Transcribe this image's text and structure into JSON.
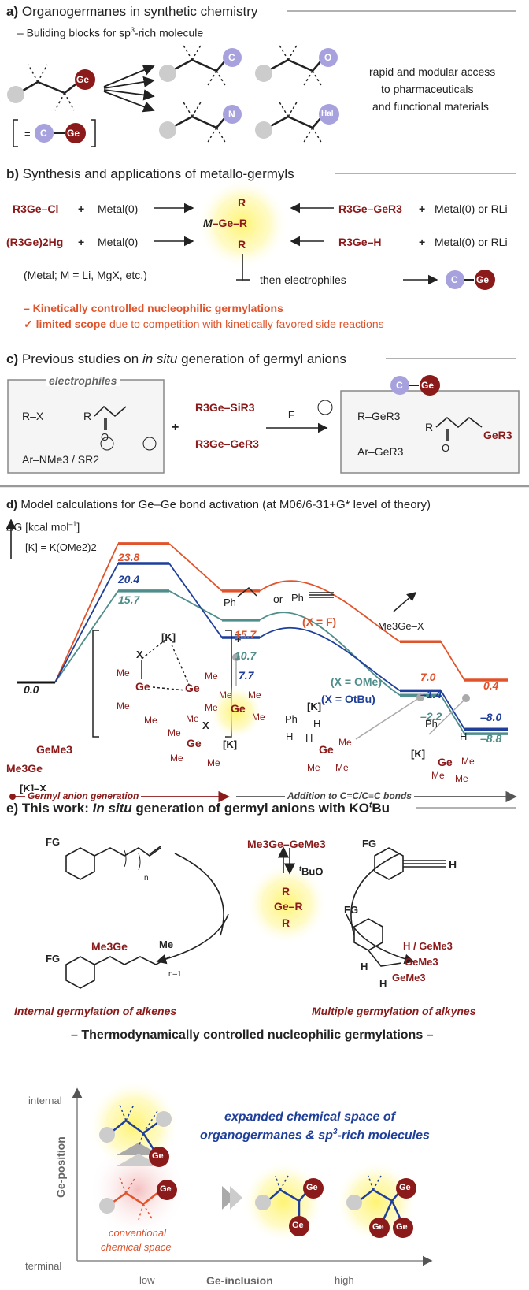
{
  "panel_a": {
    "heading_letter": "a)",
    "heading": "Organogermanes in synthetic chemistry",
    "subheading": "– Buliding blocks for sp",
    "subheading_sup": "3",
    "subheading_tail": "-rich molecule",
    "atom_ge": "Ge",
    "atom_c": "C",
    "atom_o": "O",
    "atom_n": "N",
    "atom_hal": "Hal",
    "bracket_eq": "=",
    "access_line1": "rapid and modular access",
    "access_line2": "to pharmaceuticals",
    "access_line3": "and functional materials"
  },
  "panel_b": {
    "heading_letter": "b)",
    "heading": "Synthesis and applications of metallo-germyls",
    "r3gecl": "R3Ge–Cl",
    "plus": "+",
    "metal0": "Metal(0)",
    "r3ge2hg": "(R3Ge)2Hg",
    "center_r_top": "R",
    "center_m": "M",
    "center_ge": "–Ge–R",
    "center_r_bottom": "R",
    "r3gegër3": "R3Ge–GeR3",
    "r3geh": "R3Ge–H",
    "metal_or_rli": "Metal(0) or RLi",
    "metal_note": "(Metal; M = Li, MgX, etc.)",
    "then_electrophiles": "then electrophiles",
    "kinetic_line": "– Kinetically controlled nucleophilic germylations",
    "limited_check": "✓",
    "limited_bold": "limited scope",
    "limited_rest": "due to competition with kinetically favored side reactions"
  },
  "panel_c": {
    "heading_letter": "c)",
    "heading_pre": "Previous studies on",
    "heading_ital": "in situ",
    "heading_post": "generation of germyl anions",
    "electrophiles_label": "electrophiles",
    "rx": "R–X",
    "r_enone": "R",
    "o_label": "O",
    "ar_nme3": "Ar–NMe3 / SR2",
    "plus": "+",
    "r3gesir3": "R3Ge–SiR3",
    "r3gegër3": "R3Ge–GeR3",
    "fluoride": "F",
    "prod_r_ger3": "R–GeR3",
    "prod_ar_ger3": "Ar–GeR3",
    "prod_r": "R",
    "prod_ger3": "GeR3",
    "prod_o": "O"
  },
  "panel_d": {
    "heading_letter": "d)",
    "heading": "Model calculations for Ge–Ge bond activation (at M06/6-31+G* level of theory)",
    "y_axis_label": "ΔG [kcal mol",
    "y_axis_unit_sup": "–1",
    "y_axis_close": "]",
    "k_def": "[K] = K(OMe2)2",
    "styrene_label": "Ph",
    "or_label": "or",
    "alkyne_label": "Ph",
    "x_f": "(X = F)",
    "x_ome": "(X = OMe)",
    "x_otbu": "(X = OtBu)",
    "me3gex": "Me3Ge–X",
    "germyl_anion_generation": "Germyl anion generation",
    "addition_label": "Addition to C=C/C≡C bonds",
    "dagger": "‡",
    "reactant_label": "[K]–X",
    "reactant_ge1": "GeMe3",
    "reactant_ge2": "Me3Ge",
    "ts_k": "[K]",
    "ts_x": "X",
    "int_x": "X",
    "int_k": "[K]",
    "prod_k1": "[K]",
    "prod_k2": "[K]",
    "prod_ph1": "Ph",
    "prod_ph2": "Ph",
    "me": "Me",
    "ge": "Ge",
    "h": "H"
  },
  "chart_data": {
    "type": "energy-profile",
    "y_label": "ΔG [kcal mol–1]",
    "series": [
      {
        "name": "(X = F)",
        "color": "#e0532b",
        "values": [
          0.0,
          23.8,
          15.7,
          7.0,
          0.4
        ]
      },
      {
        "name": "(X = OMe)",
        "color": "#4f8e8a",
        "values": [
          0.0,
          15.7,
          10.7,
          -2.2,
          -8.8
        ]
      },
      {
        "name": "(X = OtBu)",
        "color": "#1f3f9a",
        "values": [
          0.0,
          20.4,
          7.7,
          -1.4,
          -8.0
        ]
      }
    ],
    "labels": {
      "start": "0.0",
      "f_ts": "23.8",
      "ome_ts": "15.7",
      "otbu_ts": "20.4",
      "f_int": "15.7",
      "ome_int": "10.7",
      "otbu_int": "7.7",
      "f_p1": "7.0",
      "otbu_p1": "–1.4",
      "ome_p1": "–2.2",
      "f_p2": "0.4",
      "otbu_p2": "–8.0",
      "ome_p2": "–8.8"
    }
  },
  "panel_e": {
    "heading_letter": "e)",
    "heading_bold": "This work:",
    "heading_ital": "In situ",
    "heading_rest": "generation of germyl anions with KO",
    "heading_t": "t",
    "heading_bu": "Bu",
    "fg": "FG",
    "n_label": "n",
    "me3ge_geme3": "Me3Ge–GeMe3",
    "tbuo": "BuO",
    "center_r_top": "R",
    "center_ge": "Ge–R",
    "center_r_bottom": "R",
    "h": "H",
    "prod_me3ge": "Me3Ge",
    "prod_me": "Me",
    "prod_n1": "n–1",
    "alkyne_prod_top": "H / GeMe3",
    "alkyne_prod_mid": "GeMe3",
    "alkyne_prod_bot": "GeMe3",
    "internal_alkenes": "Internal germylation of alkenes",
    "multiple_alkynes": "Multiple germylation of alkynes",
    "thermo_line": "– Thermodynamically controlled nucleophilic germylations –",
    "y_internal": "internal",
    "y_axis": "Ge-position",
    "y_terminal": "terminal",
    "x_low": "low",
    "x_axis": "Ge-inclusion",
    "x_high": "high",
    "expanded_line1": "expanded chemical space of",
    "expanded_line2": "organogermanes & sp",
    "expanded_sup": "3",
    "expanded_tail": "-rich molecules",
    "conventional_line1": "conventional",
    "conventional_line2": "chemical space",
    "ge": "Ge"
  }
}
